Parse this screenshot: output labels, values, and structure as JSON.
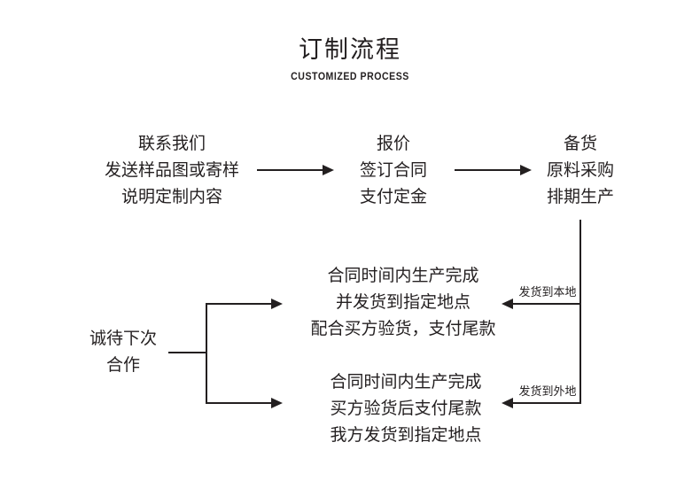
{
  "heading": {
    "title": "订制流程",
    "subtitle": "CUSTOMIZED PROCESS"
  },
  "colors": {
    "ink": "#231f20",
    "background": "#ffffff"
  },
  "flow": {
    "step1": {
      "line1": "联系我们",
      "line2": "发送样品图或寄样",
      "line3": "说明定制内容"
    },
    "step2": {
      "line1": "报价",
      "line2": "签订合同",
      "line3": "支付定金"
    },
    "step3": {
      "line1": "备货",
      "line2": "原料采购",
      "line3": "排期生产"
    },
    "branch_local": {
      "line1": "合同时间内生产完成",
      "line2": "并发货到指定地点",
      "line3": "配合买方验货，支付尾款"
    },
    "branch_remote": {
      "line1": "合同时间内生产完成",
      "line2": "买方验货后支付尾款",
      "line3": "我方发货到指定地点"
    },
    "closing": {
      "line1": "诚待下次",
      "line2": "合作"
    }
  },
  "edge_labels": {
    "local": "发货到本地",
    "remote": "发货到外地"
  }
}
